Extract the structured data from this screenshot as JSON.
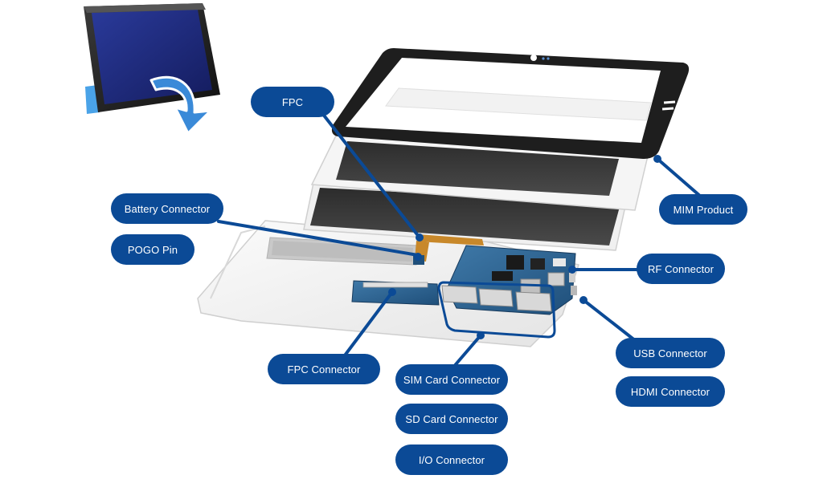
{
  "colors": {
    "label_fill": "#0b4a96",
    "leader_line": "#0b4a96",
    "tablet_blue_arrow": "#2f80d0",
    "screen_blue": "#1d2a7a"
  },
  "icons": {
    "tablet": "tablet-icon",
    "rotate_arrow": "curved-arrow-icon"
  },
  "labels": {
    "fpc": "FPC",
    "battery_connector": "Battery Connector",
    "pogo_pin": "POGO Pin",
    "mim_product": "MIM Product",
    "rf_connector": "RF Connector",
    "fpc_connector": "FPC Connector",
    "sim_card_connector": "SIM Card Connector",
    "sd_card_connector": "SD Card Connector",
    "io_connector": "I/O Connector",
    "usb_connector": "USB Connector",
    "hdmi_connector": "HDMI Connector"
  }
}
